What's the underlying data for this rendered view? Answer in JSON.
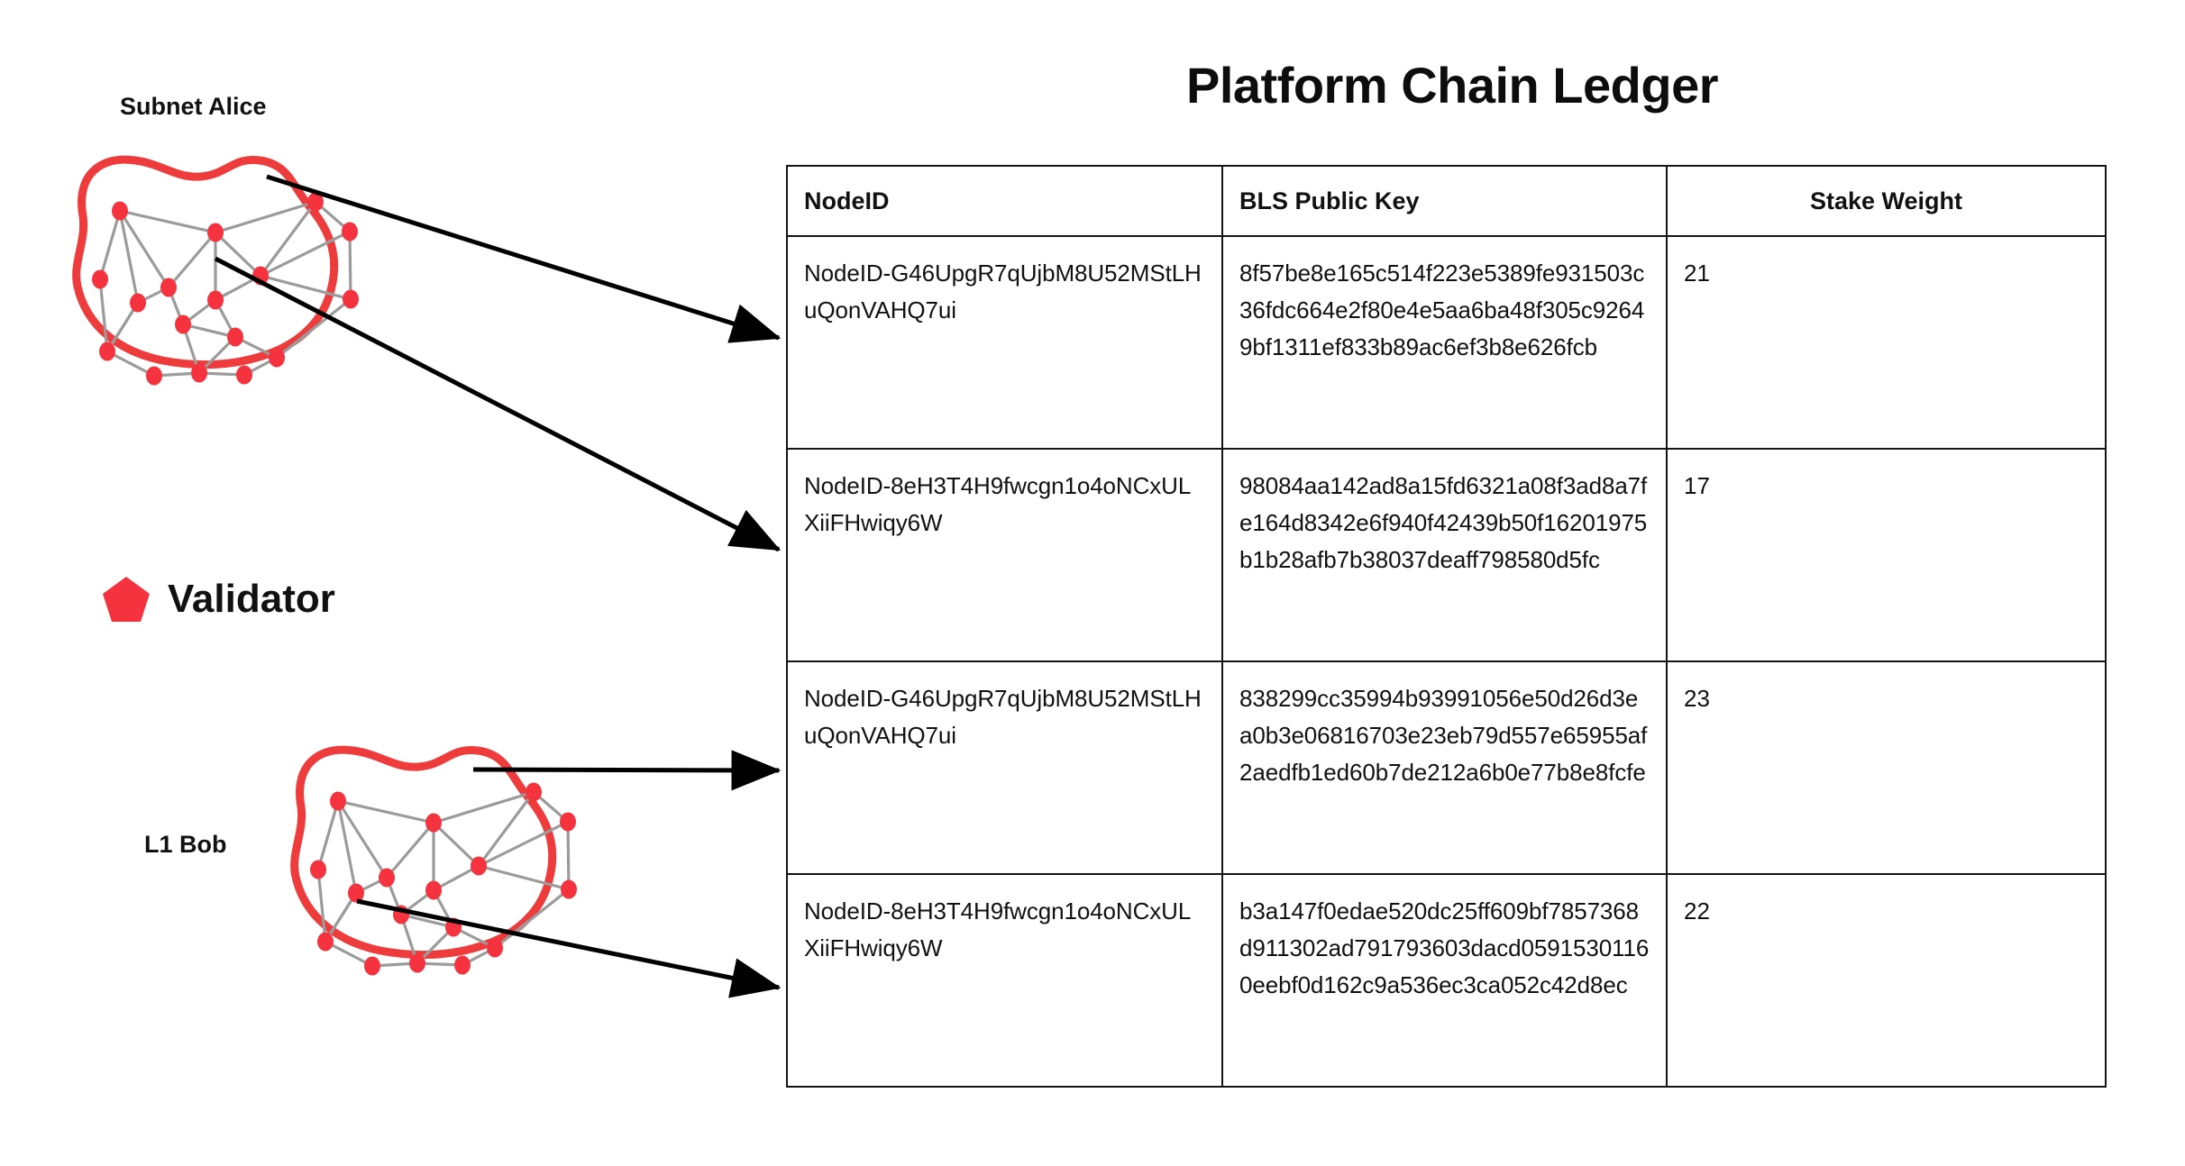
{
  "title": "Platform Chain Ledger",
  "clusters": [
    {
      "id": "subnet-alice",
      "label": "Subnet Alice"
    },
    {
      "id": "l1-bob",
      "label": "L1 Bob"
    }
  ],
  "legend": {
    "icon": "pentagon-icon",
    "label": "Validator",
    "color": "#F5333F"
  },
  "colors": {
    "validator_red": "#F5333F",
    "blob_outline": "#EE3B3B",
    "edge_gray": "#9B9B9B",
    "arrow_black": "#000000",
    "table_border": "#141414",
    "text": "#111111"
  },
  "table": {
    "columns": [
      "NodeID",
      "BLS Public Key",
      "Stake Weight"
    ],
    "rows": [
      {
        "node_id": "NodeID-G46UpgR7qUjbM8U52MStLHuQonVAHQ7ui",
        "bls_public_key": "8f57be8e165c514f223e5389fe931503c36fdc664e2f80e4e5aa6ba48f305c92649bf1311ef833b89ac6ef3b8e626fcb",
        "stake_weight": "21"
      },
      {
        "node_id": "NodeID-8eH3T4H9fwcgn1o4oNCxULXiiFHwiqy6W",
        "bls_public_key": "98084aa142ad8a15fd6321a08f3ad8a7fe164d8342e6f940f42439b50f16201975b1b28afb7b38037deaff798580d5fc",
        "stake_weight": "17"
      },
      {
        "node_id": "NodeID-G46UpgR7qUjbM8U52MStLHuQonVAHQ7ui",
        "bls_public_key": "838299cc35994b93991056e50d26d3ea0b3e06816703e23eb79d557e65955af2aedfb1ed60b7de212a6b0e77b8e8fcfe",
        "stake_weight": "23"
      },
      {
        "node_id": "NodeID-8eH3T4H9fwcgn1o4oNCxULXiiFHwiqy6W",
        "bls_public_key": "b3a147f0edae520dc25ff609bf7857368d911302ad791793603dacd05915301160eebf0d162c9a536ec3ca052c42d8ec",
        "stake_weight": "22"
      }
    ]
  }
}
